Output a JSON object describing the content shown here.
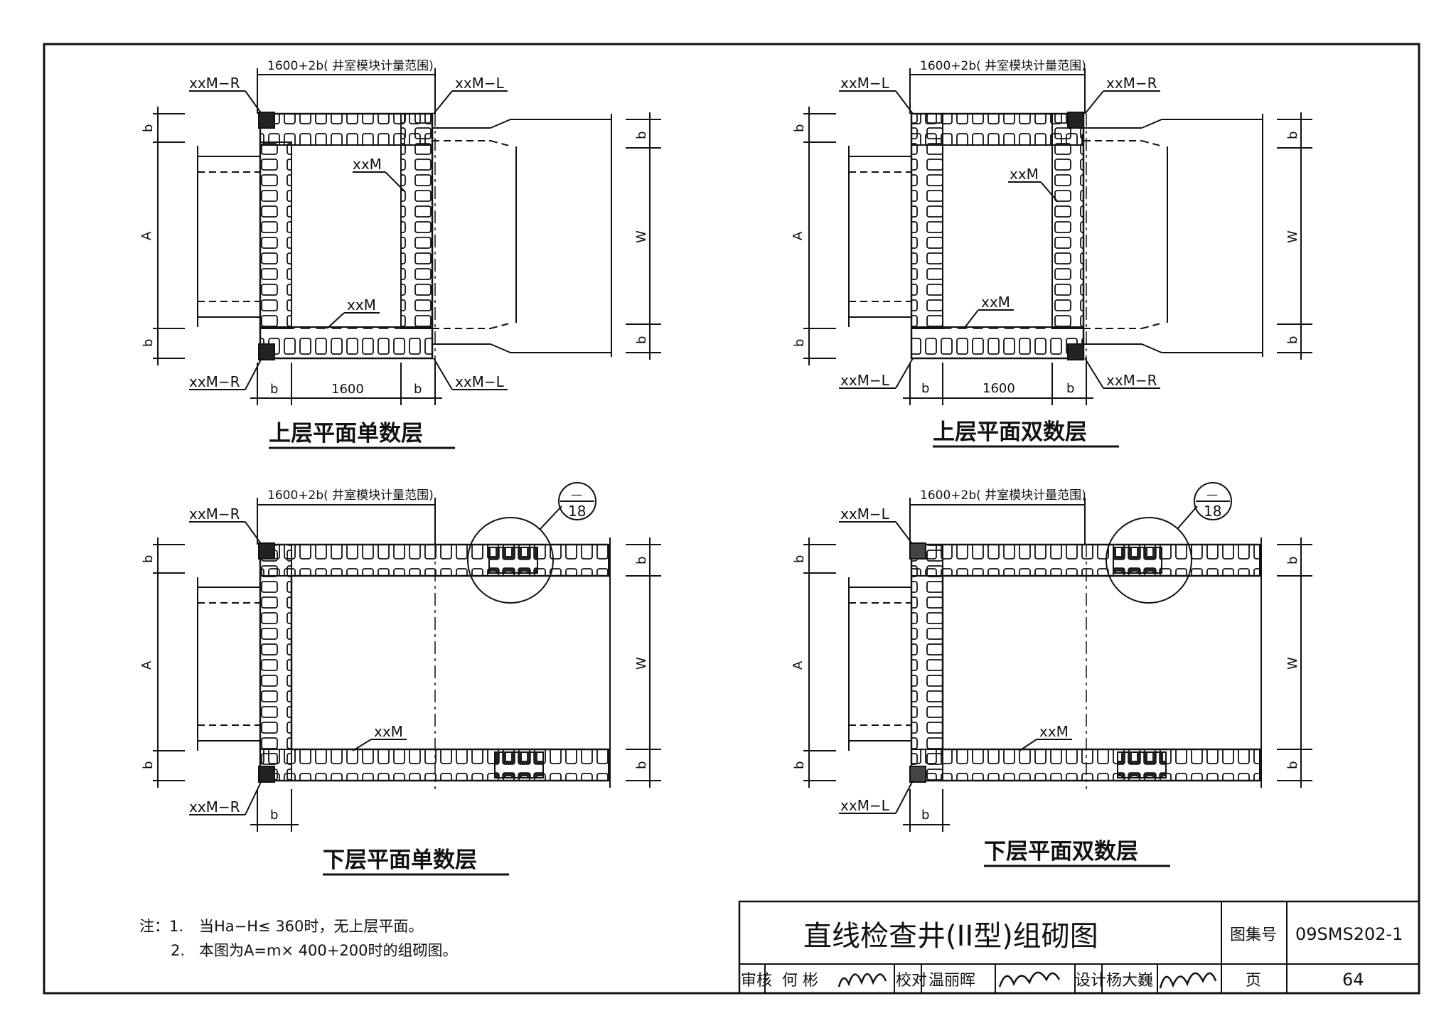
{
  "drawing": {
    "title": "直线检查井(II型)组砌图",
    "atlas_label": "图集号",
    "atlas_number": "09SMS202-1",
    "page_label": "页",
    "page_number": "64",
    "review_label": "审核",
    "reviewer": "何 彬",
    "check_label": "校对",
    "checker": "温丽晖",
    "design_label": "设计",
    "designer": "杨大巍"
  },
  "notes": {
    "prefix": "注：1.",
    "note1": "当Ha−H≤ 360时，无上层平面。",
    "num2": "2.",
    "note2": "本图为A=m× 400+200时的组砌图。"
  },
  "common": {
    "range_label": "1600+2b( 井室模块计量范围)",
    "b": "b",
    "A": "A",
    "W": "W",
    "w1600": "1600",
    "xxM": "xxM",
    "xxM_R": "xxM−R",
    "xxM_L": "xxM−L",
    "detail_top": "—",
    "detail_bottom": "18"
  },
  "views": [
    {
      "title": "上层平面单数层"
    },
    {
      "title": "上层平面双数层"
    },
    {
      "title": "下层平面单数层"
    },
    {
      "title": "下层平面双数层"
    }
  ]
}
